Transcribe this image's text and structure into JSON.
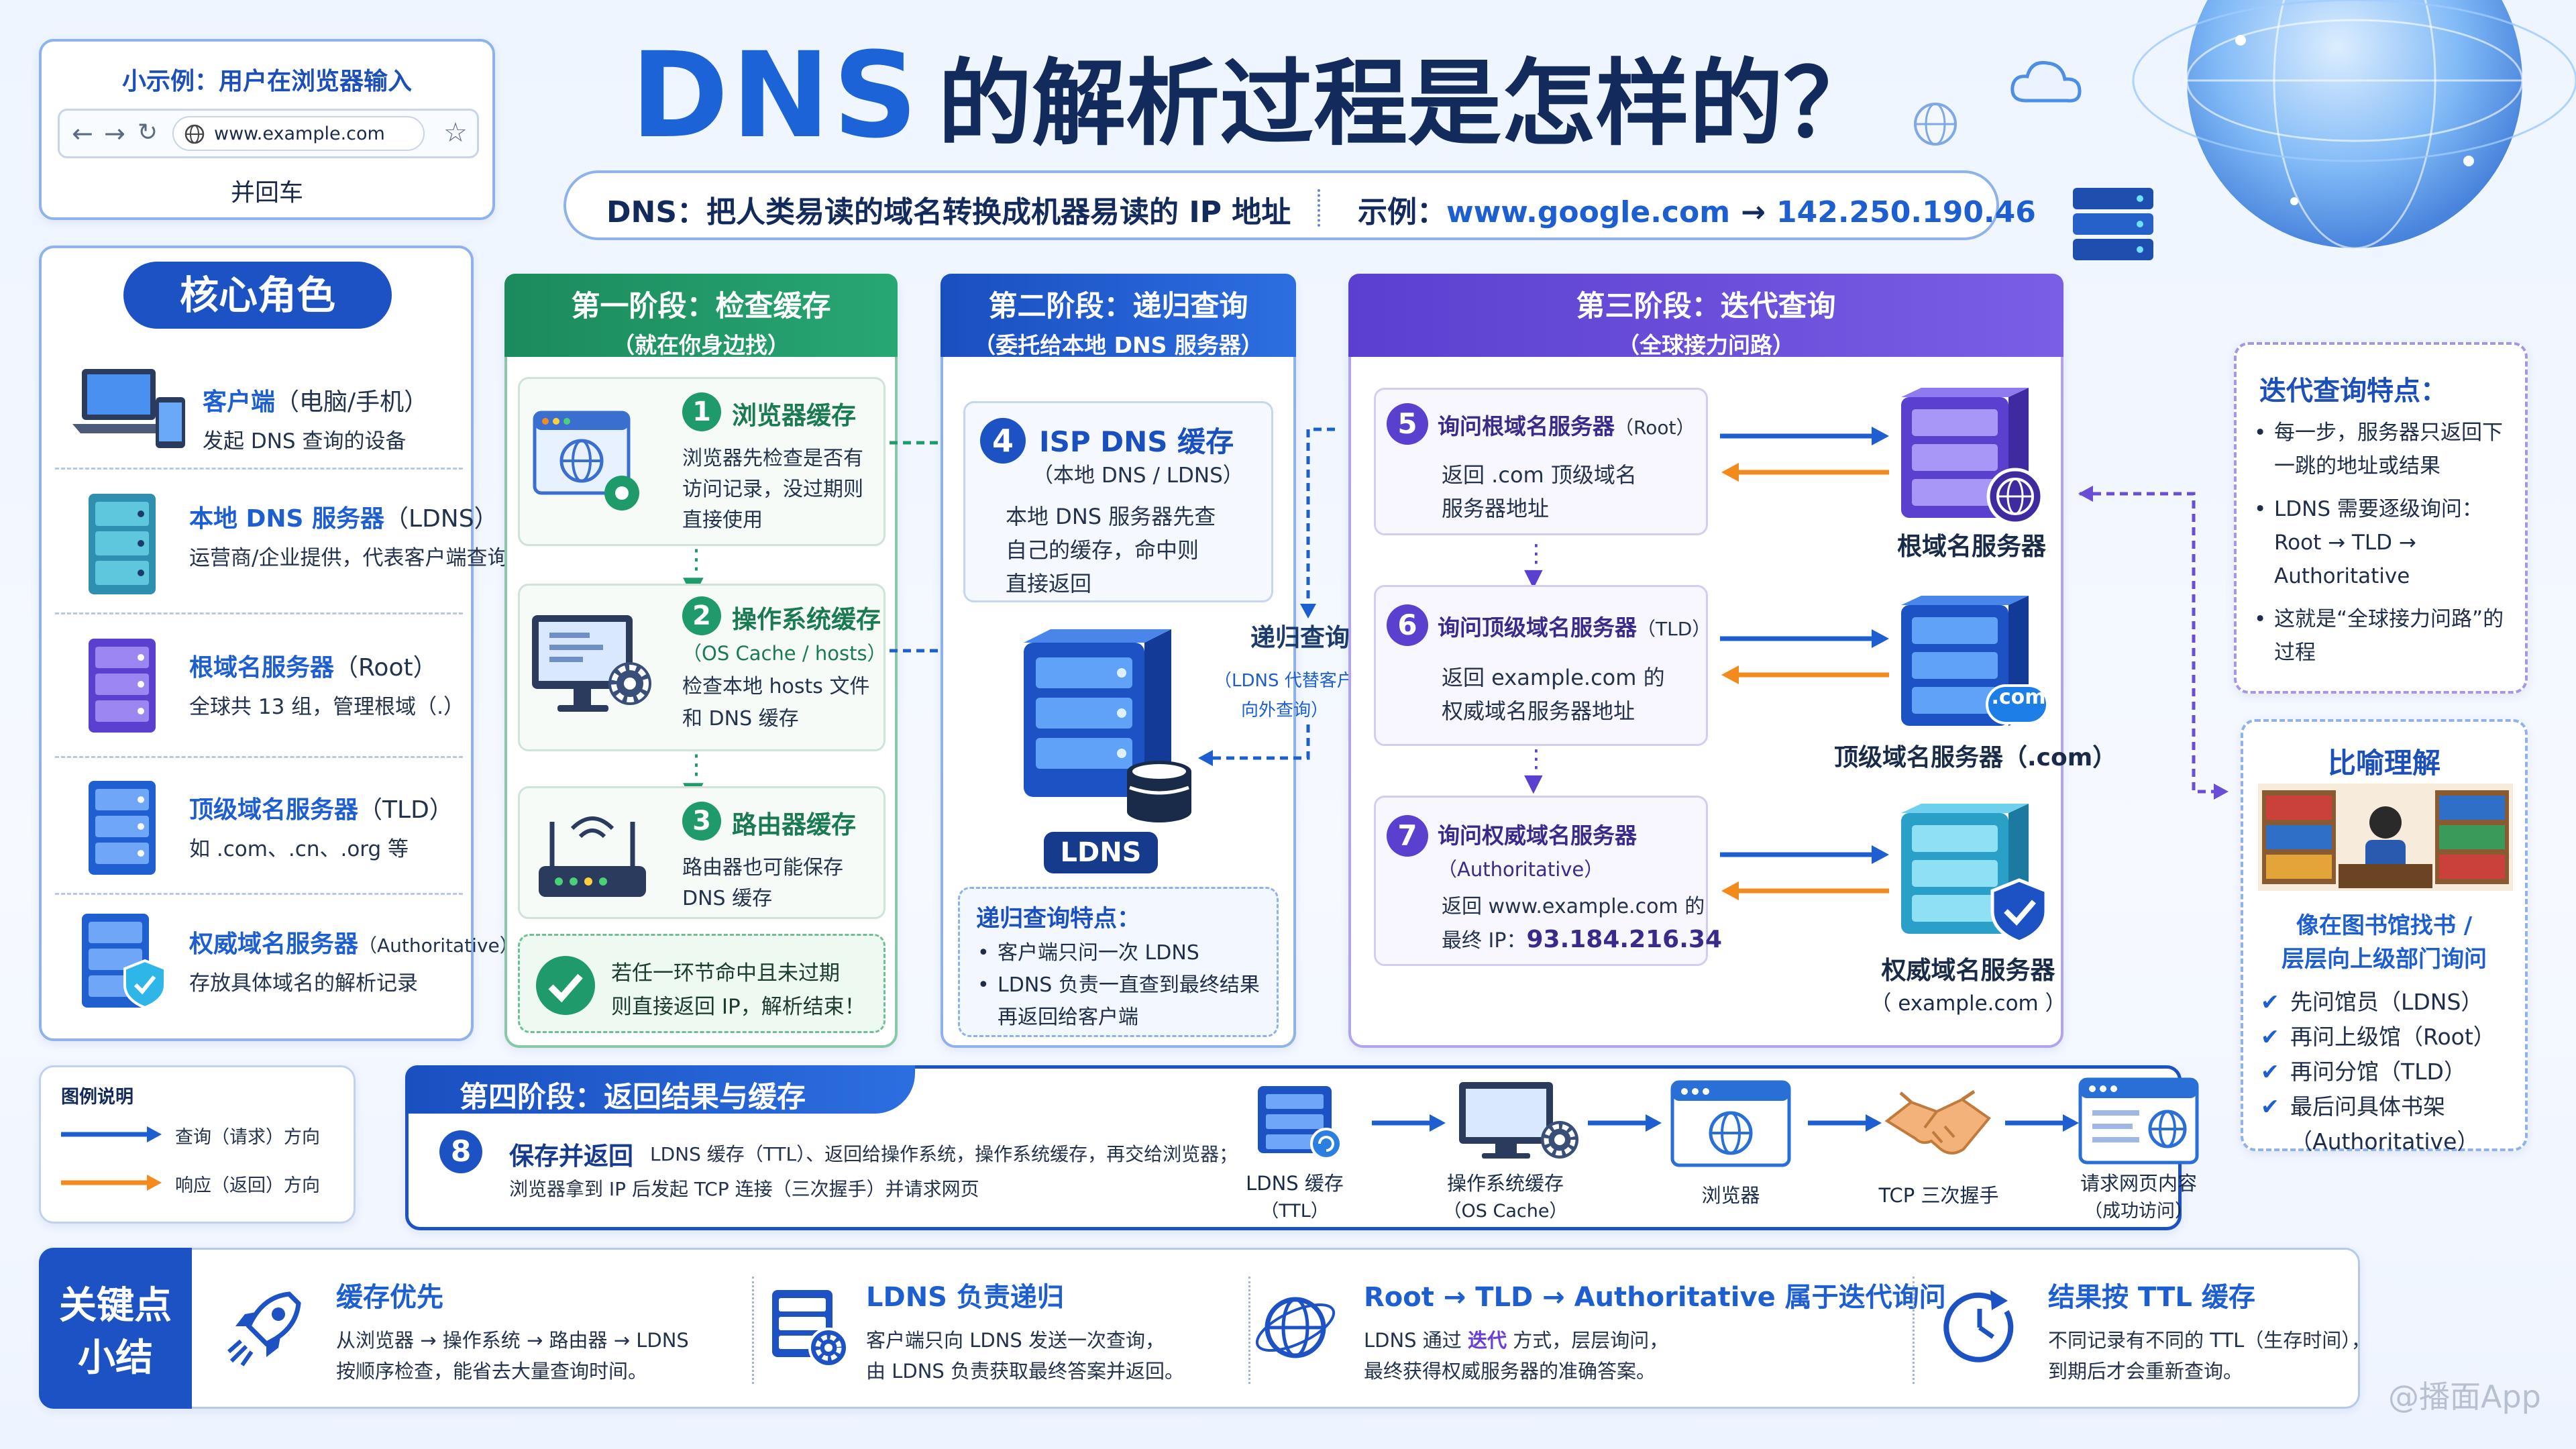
{
  "example_box": {
    "title": "小示例：用户在浏览器输入",
    "url": "www.example.com",
    "after": "并回车"
  },
  "title": {
    "dns": "DNS",
    "rest": "的解析过程是怎样的？"
  },
  "subtitle": {
    "def_label": "DNS：",
    "def_text": "把人类易读的域名转换成机器易读的 IP 地址",
    "ex_label": "示例：",
    "ex_domain": "www.google.com",
    "ex_arrow": "→",
    "ex_ip": "142.250.190.46"
  },
  "roles": {
    "title": "核心角色",
    "items": [
      {
        "name": "客户端",
        "suffix": "（电脑/手机）",
        "desc": "发起 DNS 查询的设备"
      },
      {
        "name": "本地 DNS 服务器",
        "suffix": "（LDNS）",
        "desc": "运营商/企业提供，代表客户端查询"
      },
      {
        "name": "根域名服务器",
        "suffix": "（Root）",
        "desc": "全球共 13 组，管理根域（.）"
      },
      {
        "name": "顶级域名服务器",
        "suffix": "（TLD）",
        "desc": "如 .com、.cn、.org 等"
      },
      {
        "name": "权威域名服务器",
        "suffix": "（Authoritative）",
        "desc": "存放具体域名的解析记录"
      }
    ]
  },
  "legend": {
    "title": "图例说明",
    "query": "查询（请求）方向",
    "response": "响应（返回）方向"
  },
  "stage1": {
    "title": "第一阶段：检查缓存",
    "sub": "（就在你身边找）",
    "step1": {
      "n": "1",
      "title": "浏览器缓存",
      "text": [
        "浏览器先检查是否有",
        "访问记录，没过期则",
        "直接使用"
      ]
    },
    "step2": {
      "n": "2",
      "title": "操作系统缓存",
      "sub": "（OS Cache / hosts）",
      "text": [
        "检查本地 hosts 文件",
        "和 DNS 缓存"
      ]
    },
    "step3": {
      "n": "3",
      "title": "路由器缓存",
      "text": [
        "路由器也可能保存",
        "DNS 缓存"
      ]
    },
    "hit": [
      "若任一环节命中且未过期",
      "则直接返回 IP，解析结束！"
    ]
  },
  "stage2": {
    "title": "第二阶段：递归查询",
    "sub": "（委托给本地 DNS 服务器）",
    "step4": {
      "n": "4",
      "title": "ISP DNS 缓存",
      "sub": "（本地 DNS / LDNS）",
      "text": [
        "本地 DNS 服务器先查",
        "自己的缓存，命中则",
        "直接返回"
      ]
    },
    "ldns": "LDNS",
    "rec_label": "递归查询",
    "rec_sub": [
      "（LDNS 代替客户端",
      "向外查询）"
    ],
    "features_title": "递归查询特点：",
    "features": [
      "客户端只问一次 LDNS",
      "LDNS 负责一直查到最终结果再返回给客户端"
    ]
  },
  "stage3": {
    "title": "第三阶段：迭代查询",
    "sub": "（全球接力问路）",
    "step5": {
      "n": "5",
      "title": "询问根域名服务器",
      "title_suffix": "（Root）",
      "text": [
        "返回 .com 顶级域名",
        "服务器地址"
      ]
    },
    "step6": {
      "n": "6",
      "title": "询问顶级域名服务器",
      "title_suffix": "（TLD）",
      "text": [
        "返回 example.com 的",
        "权威域名服务器地址"
      ]
    },
    "step7": {
      "n": "7",
      "title": "询问权威域名服务器",
      "sub": "（Authoritative）",
      "text1": "返回 www.example.com 的",
      "text2": "最终 IP：",
      "ip": "93.184.216.34"
    },
    "root": "根域名服务器",
    "tld": "顶级域名服务器（.com）",
    "auth": "权威域名服务器",
    "auth_sub": "（ example.com ）",
    "com_badge": ".com"
  },
  "iter_features": {
    "title": "迭代查询特点：",
    "items": [
      "每一步，服务器只返回下一跳的地址或结果",
      "LDNS 需要逐级询问：Root → TLD → Authoritative",
      "这就是“全球接力问路”的过程"
    ]
  },
  "analogy": {
    "title": "比喻理解",
    "sub": [
      "像在图书馆找书 /",
      "层层向上级部门询问"
    ],
    "items": [
      "先问馆员（LDNS）",
      "再问上级馆（Root）",
      "再问分馆（TLD）",
      "最后问具体书架（Authoritative）"
    ]
  },
  "stage4": {
    "title": "第四阶段：返回结果与缓存",
    "n": "8",
    "step_title": "保存并返回",
    "text1": "LDNS 缓存（TTL）、返回给操作系统，操作系统缓存，再交给浏览器；",
    "text2": "浏览器拿到 IP 后发起 TCP 连接（三次握手）并请求网页",
    "flow": [
      {
        "label": "LDNS 缓存",
        "sub": "（TTL）"
      },
      {
        "label": "操作系统缓存",
        "sub": "（OS Cache）"
      },
      {
        "label": "浏览器",
        "sub": ""
      },
      {
        "label": "TCP 三次握手",
        "sub": ""
      },
      {
        "label": "请求网页内容",
        "sub": "（成功访问）"
      }
    ]
  },
  "summary": {
    "title": [
      "关键点",
      "小结"
    ],
    "items": [
      {
        "title": "缓存优先",
        "text": [
          "从浏览器 → 操作系统 → 路由器 → LDNS",
          "按顺序检查，能省去大量查询时间。"
        ]
      },
      {
        "title": "LDNS 负责递归",
        "text": [
          "客户端只向 LDNS 发送一次查询，",
          "由 LDNS 负责获取最终答案并返回。"
        ]
      },
      {
        "title": "Root → TLD → Authoritative 属于迭代询问",
        "text_a": "LDNS 通过 ",
        "text_hl": "迭代",
        "text_b": " 方式，层层询问，",
        "text2": "最终获得权威服务器的准确答案。"
      },
      {
        "title": "结果按 TTL 缓存",
        "text": [
          "不同记录有不同的 TTL（生存时间），",
          "到期后才会重新查询。"
        ]
      }
    ]
  },
  "watermark": "@播面App",
  "colors": {
    "blue": "#1d5fd1",
    "green": "#1f9a6a",
    "purple": "#6a4fd6",
    "orange": "#f28a1e",
    "navy": "#163a8c"
  }
}
